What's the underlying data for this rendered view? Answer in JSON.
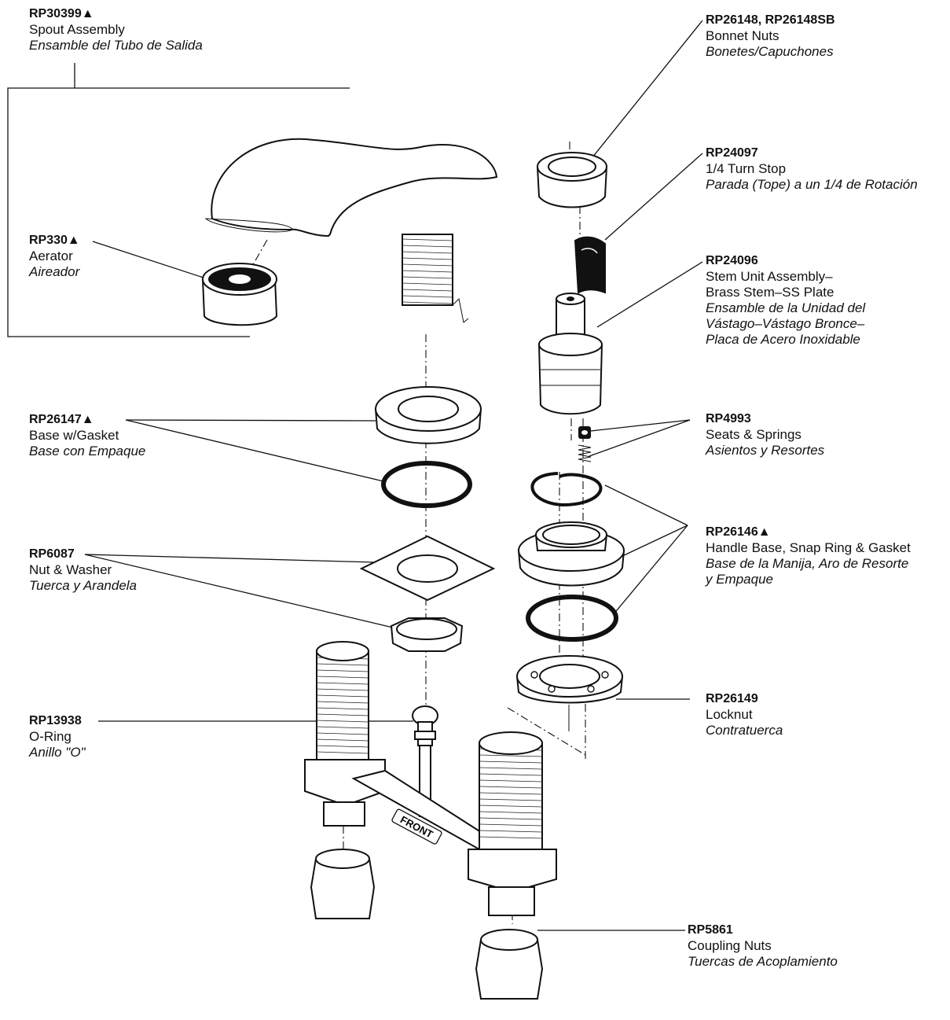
{
  "labels": {
    "spout": {
      "part": "RP30399▲",
      "en": "Spout Assembly",
      "es": "Ensamble del Tubo de Salida"
    },
    "aerator": {
      "part": "RP330▲",
      "en": "Aerator",
      "es": "Aireador"
    },
    "base": {
      "part": "RP26147▲",
      "en": "Base w/Gasket",
      "es": "Base con Empaque"
    },
    "nut_washer": {
      "part": "RP6087",
      "en": "Nut & Washer",
      "es": "Tuerca y Arandela"
    },
    "oring": {
      "part": "RP13938",
      "en": "O-Ring",
      "es": "Anillo \"O\""
    },
    "bonnet": {
      "part": "RP26148, RP26148SB",
      "en": "Bonnet Nuts",
      "es": "Bonetes/Capuchones"
    },
    "turn_stop": {
      "part": "RP24097",
      "en": "1/4 Turn Stop",
      "es": "Parada (Tope) a un 1/4 de Rotación"
    },
    "stem": {
      "part": "RP24096",
      "en1": "Stem Unit Assembly–",
      "en2": "Brass Stem–SS Plate",
      "es1": "Ensamble de la Unidad del",
      "es2": "Vástago–Vástago Bronce–",
      "es3": "Placa de Acero Inoxidable"
    },
    "seats": {
      "part": "RP4993",
      "en": "Seats & Springs",
      "es": "Asientos y Resortes"
    },
    "handle_base": {
      "part": "RP26146▲",
      "en": "Handle Base, Snap Ring & Gasket",
      "es1": "Base de la Manija, Aro de Resorte",
      "es2": "y Empaque"
    },
    "locknut": {
      "part": "RP26149",
      "en": "Locknut",
      "es": "Contratuerca"
    },
    "coupling": {
      "part": "RP5861",
      "en": "Coupling Nuts",
      "es": "Tuercas de Acoplamiento"
    }
  },
  "front_text": "FRONT"
}
